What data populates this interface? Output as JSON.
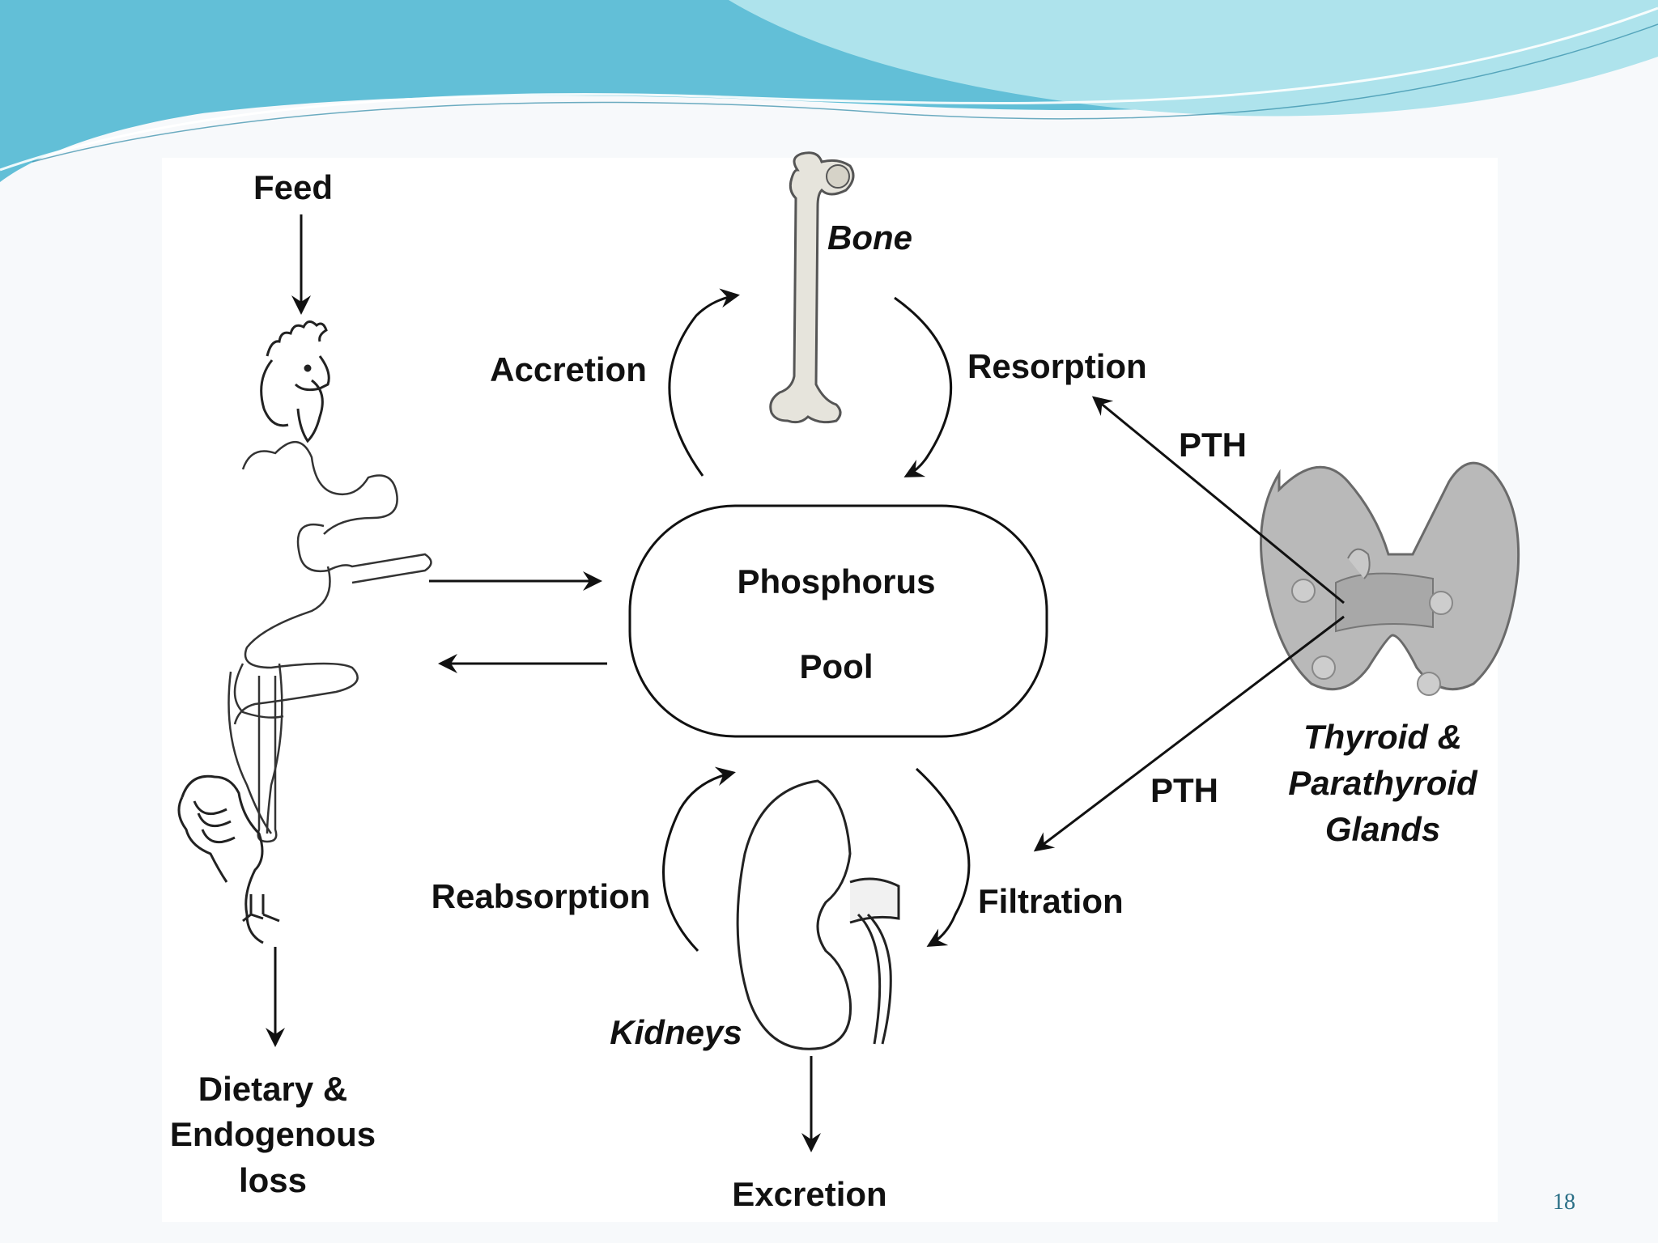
{
  "slide": {
    "number": "18"
  },
  "labels": {
    "feed": "Feed",
    "bone": "Bone",
    "accretion": "Accretion",
    "resorption": "Resorption",
    "pth_upper": "PTH",
    "pth_lower": "PTH",
    "pool_line1": "Phosphorus",
    "pool_line2": "Pool",
    "reabsorption": "Reabsorption",
    "filtration": "Filtration",
    "kidneys": "Kidneys",
    "excretion": "Excretion",
    "glands_line1": "Thyroid &",
    "glands_line2": "Parathyroid",
    "glands_line3": "Glands",
    "loss_line1": "Dietary &",
    "loss_line2": "Endogenous",
    "loss_line3": "loss"
  },
  "colors": {
    "header_wave_dark": "#5bbfd6",
    "header_wave_light": "#a9dde8",
    "gland_fill": "#b9b9b9",
    "bone_fill": "#e6e4dc",
    "slide_number": "#2a6f86"
  },
  "icons": [
    "rooster-head-icon",
    "digestive-tract-icon",
    "rooster-body-icon",
    "femur-bone-icon",
    "kidney-icon",
    "thyroid-gland-icon"
  ]
}
